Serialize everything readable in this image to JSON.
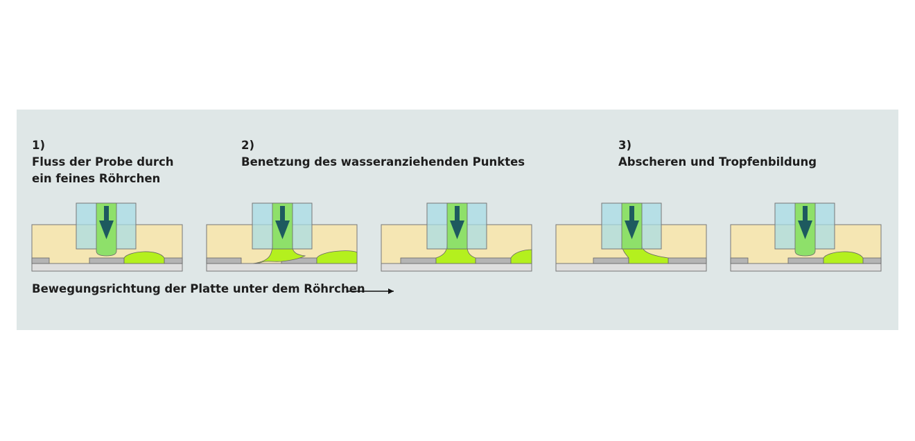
{
  "steps": [
    {
      "number": "1)",
      "line1": "Fluss der Probe durch",
      "line2": "ein feines Röhrchen"
    },
    {
      "number": "2)",
      "line1": "Benetzung des wasseranziehenden Punktes",
      "line2": ""
    },
    {
      "number": "3)",
      "line1": "Abscheren und Tropfenbildung",
      "line2": ""
    }
  ],
  "direction_label": "Bewegungsrichtung der Platte unter dem Röhrchen",
  "colors": {
    "panel_bg": "#dfe7e7",
    "oil": "#f5e6b3",
    "liquid": "#b4f01e",
    "tube_outer": "#a6dde6",
    "tube_inner": "#8ee06a",
    "arrow": "#1e5a5f",
    "plate": "#dedede",
    "spot": "#b4b4b4"
  },
  "icons": [
    "down-arrow-icon",
    "right-arrow-icon"
  ]
}
